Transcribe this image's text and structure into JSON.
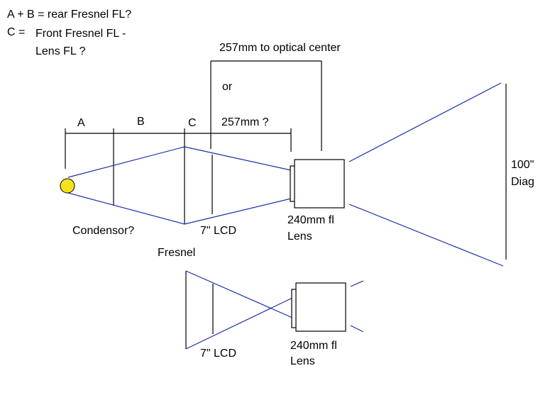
{
  "notes": {
    "line1": "A + B = rear Fresnel FL?",
    "line2_prefix": "C =",
    "line2": "Front Fresnel FL -",
    "line3": "Lens FL   ?"
  },
  "dimensions": {
    "optical_center": "257mm to optical center",
    "or": "or",
    "alt": "257mm ?",
    "A": "A",
    "B": "B",
    "C": "C"
  },
  "labels": {
    "condensor": "Condensor?",
    "lcd_top": "7\" LCD",
    "fresnel": "Fresnel",
    "lens_top_1": "240mm fl",
    "lens_top_2": "Lens",
    "screen_1": "100\"",
    "screen_2": "Diag",
    "lcd_bottom": "7\" LCD",
    "lens_bottom_1": "240mm fl",
    "lens_bottom_2": "Lens"
  },
  "colors": {
    "lamp_fill": "#f5e21c",
    "lamp_stroke": "#000000",
    "ray": "#1f2fa8",
    "line": "#000000"
  }
}
